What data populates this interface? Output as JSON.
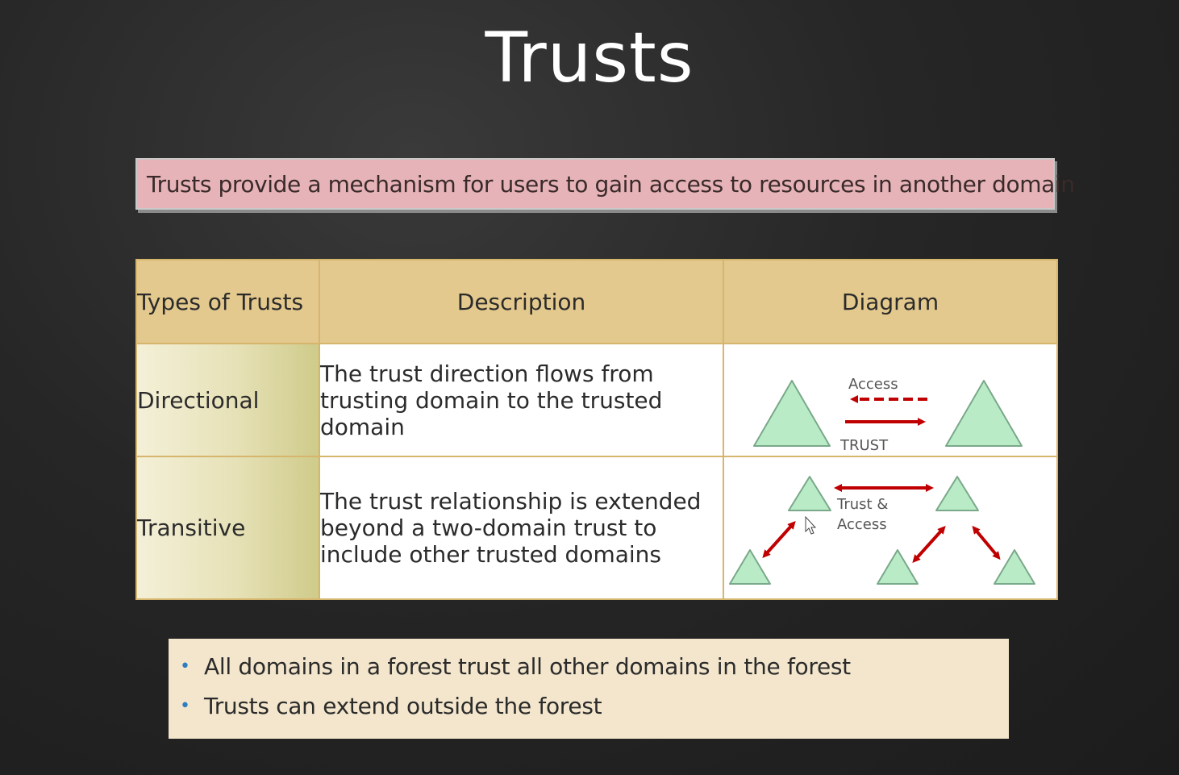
{
  "title": "Trusts",
  "banner": "Trusts provide a mechanism for users to gain access to resources in another domain",
  "table": {
    "headers": [
      "Types of Trusts",
      "Description",
      "Diagram"
    ],
    "rows": [
      {
        "type": "Directional",
        "description": "The trust direction flows from trusting domain to the trusted domain",
        "diagram_labels": {
          "top": "Access",
          "bottom": "TRUST"
        }
      },
      {
        "type": "Transitive",
        "description": "The trust relationship is extended beyond a two-domain trust to include other trusted domains",
        "diagram_labels": {
          "line1": "Trust &",
          "line2": "Access"
        }
      }
    ]
  },
  "notes": [
    "All domains in a forest trust all other domains in the forest",
    "Trusts can extend outside the forest"
  ],
  "colors": {
    "triangle_fill": "#b9ecc6",
    "arrow": "#c00000",
    "banner": "#e6b3b8",
    "header": "#e3c98d",
    "notes": "#f3e6cc"
  }
}
